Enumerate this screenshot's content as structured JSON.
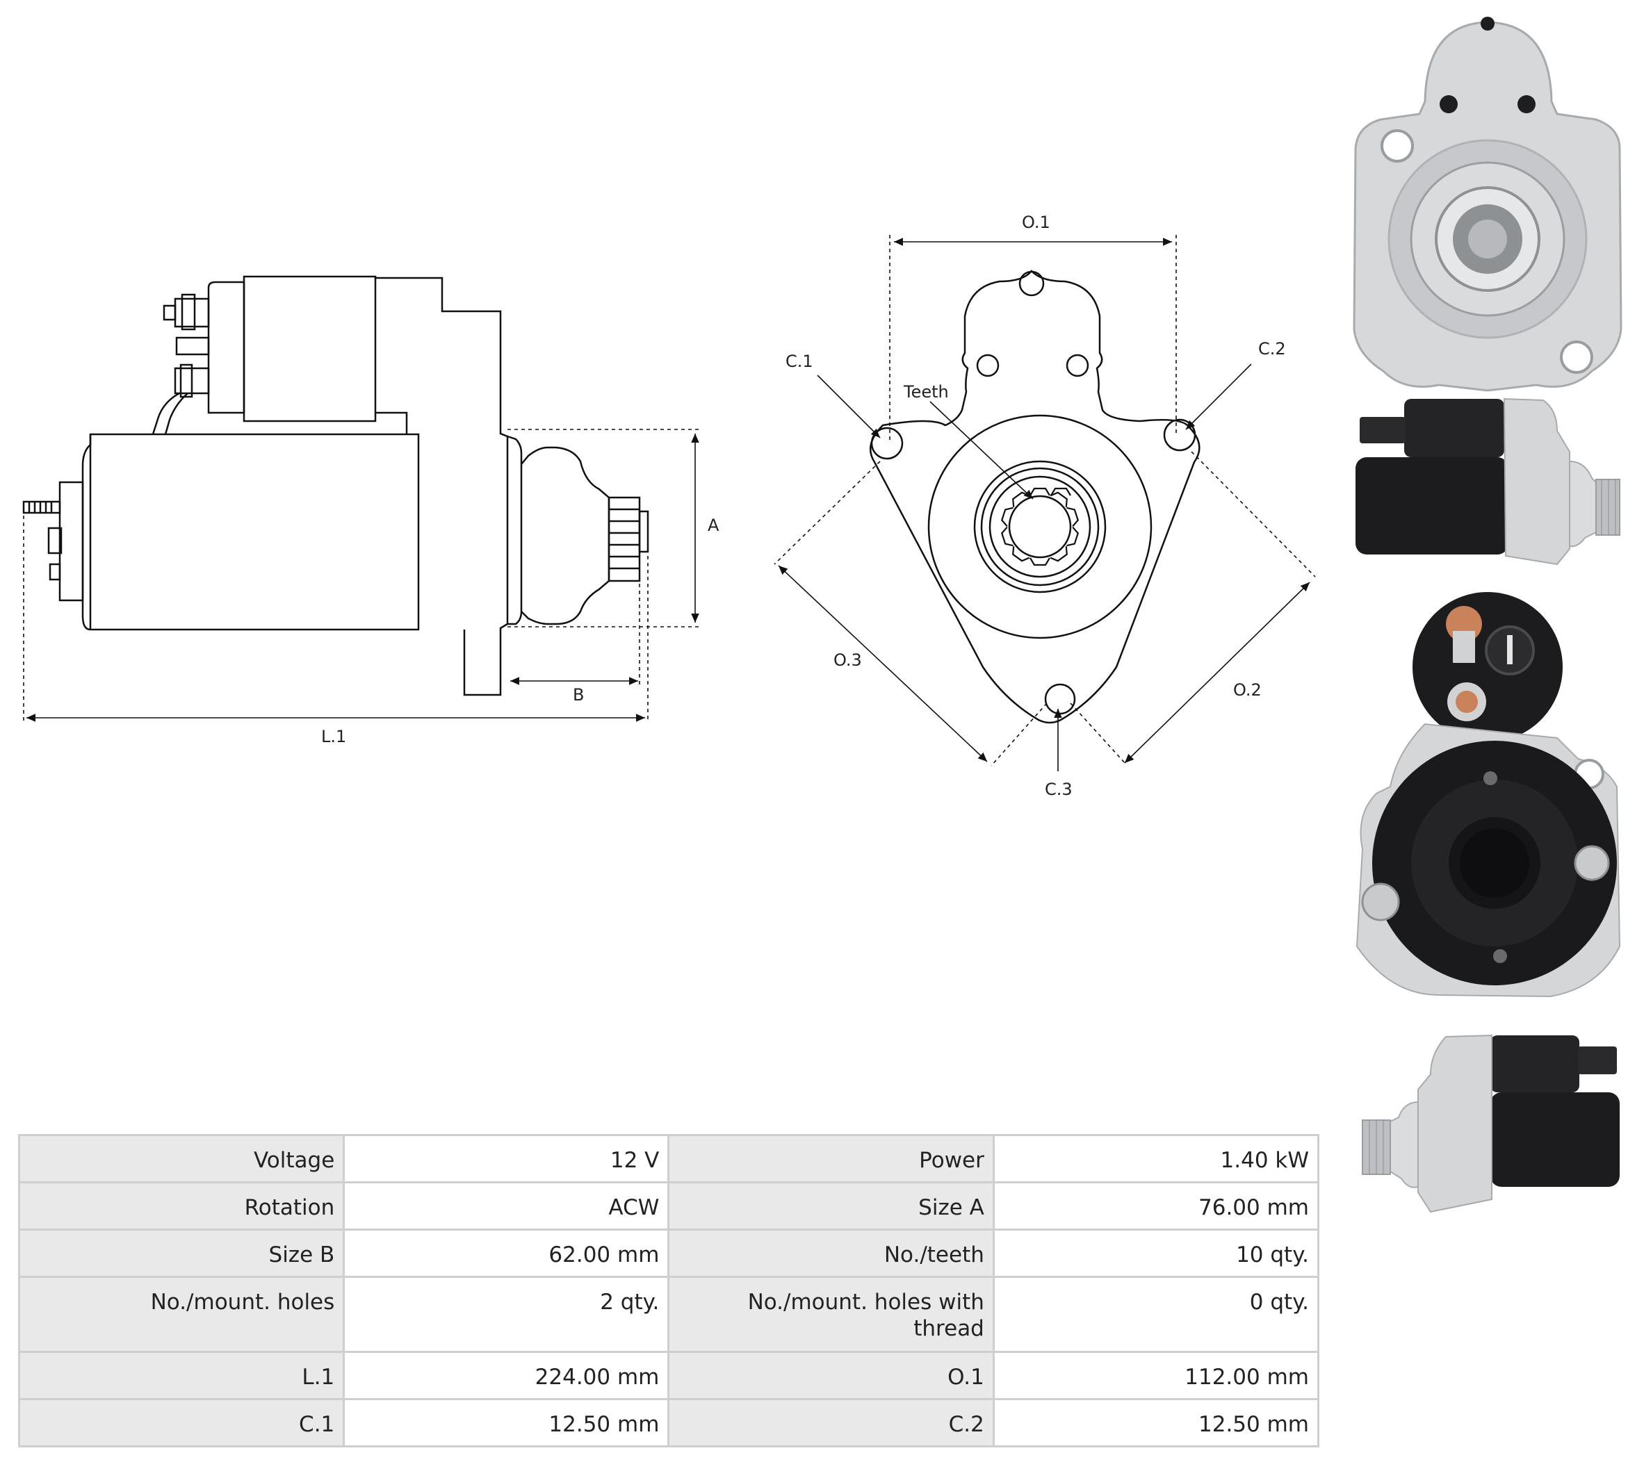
{
  "diagram_labels": {
    "A": "A",
    "B": "B",
    "L1": "L.1",
    "O1": "O.1",
    "O2": "O.2",
    "O3": "O.3",
    "C1": "C.1",
    "C2": "C.2",
    "C3": "C.3",
    "teeth": "Teeth"
  },
  "colors": {
    "table_border": "#cfcfcf",
    "label_cell": "#e9e9e9",
    "value_cell": "#ffffff",
    "line": "#111111",
    "aluminum": "#d4d6d8",
    "black_body": "#1c1c1e",
    "copper": "#c9825a"
  },
  "photos": [
    {
      "view": "front",
      "icon": "starter-front-photo"
    },
    {
      "view": "side",
      "icon": "starter-side-photo"
    },
    {
      "view": "rear",
      "icon": "starter-rear-photo"
    },
    {
      "view": "side-flipped",
      "icon": "starter-side-flipped-photo"
    }
  ],
  "specs": [
    [
      {
        "label": "Voltage",
        "value": "12 V"
      },
      {
        "label": "Power",
        "value": "1.40 kW"
      }
    ],
    [
      {
        "label": "Rotation",
        "value": "ACW"
      },
      {
        "label": "Size A",
        "value": "76.00 mm"
      }
    ],
    [
      {
        "label": "Size B",
        "value": "62.00 mm"
      },
      {
        "label": "No./teeth",
        "value": "10 qty."
      }
    ],
    [
      {
        "label": "No./mount. holes",
        "value": "2 qty."
      },
      {
        "label": "No./mount. holes with thread",
        "value": "0 qty."
      }
    ],
    [
      {
        "label": "L.1",
        "value": "224.00 mm"
      },
      {
        "label": "O.1",
        "value": "112.00 mm"
      }
    ],
    [
      {
        "label": "C.1",
        "value": "12.50 mm"
      },
      {
        "label": "C.2",
        "value": "12.50 mm"
      }
    ]
  ]
}
